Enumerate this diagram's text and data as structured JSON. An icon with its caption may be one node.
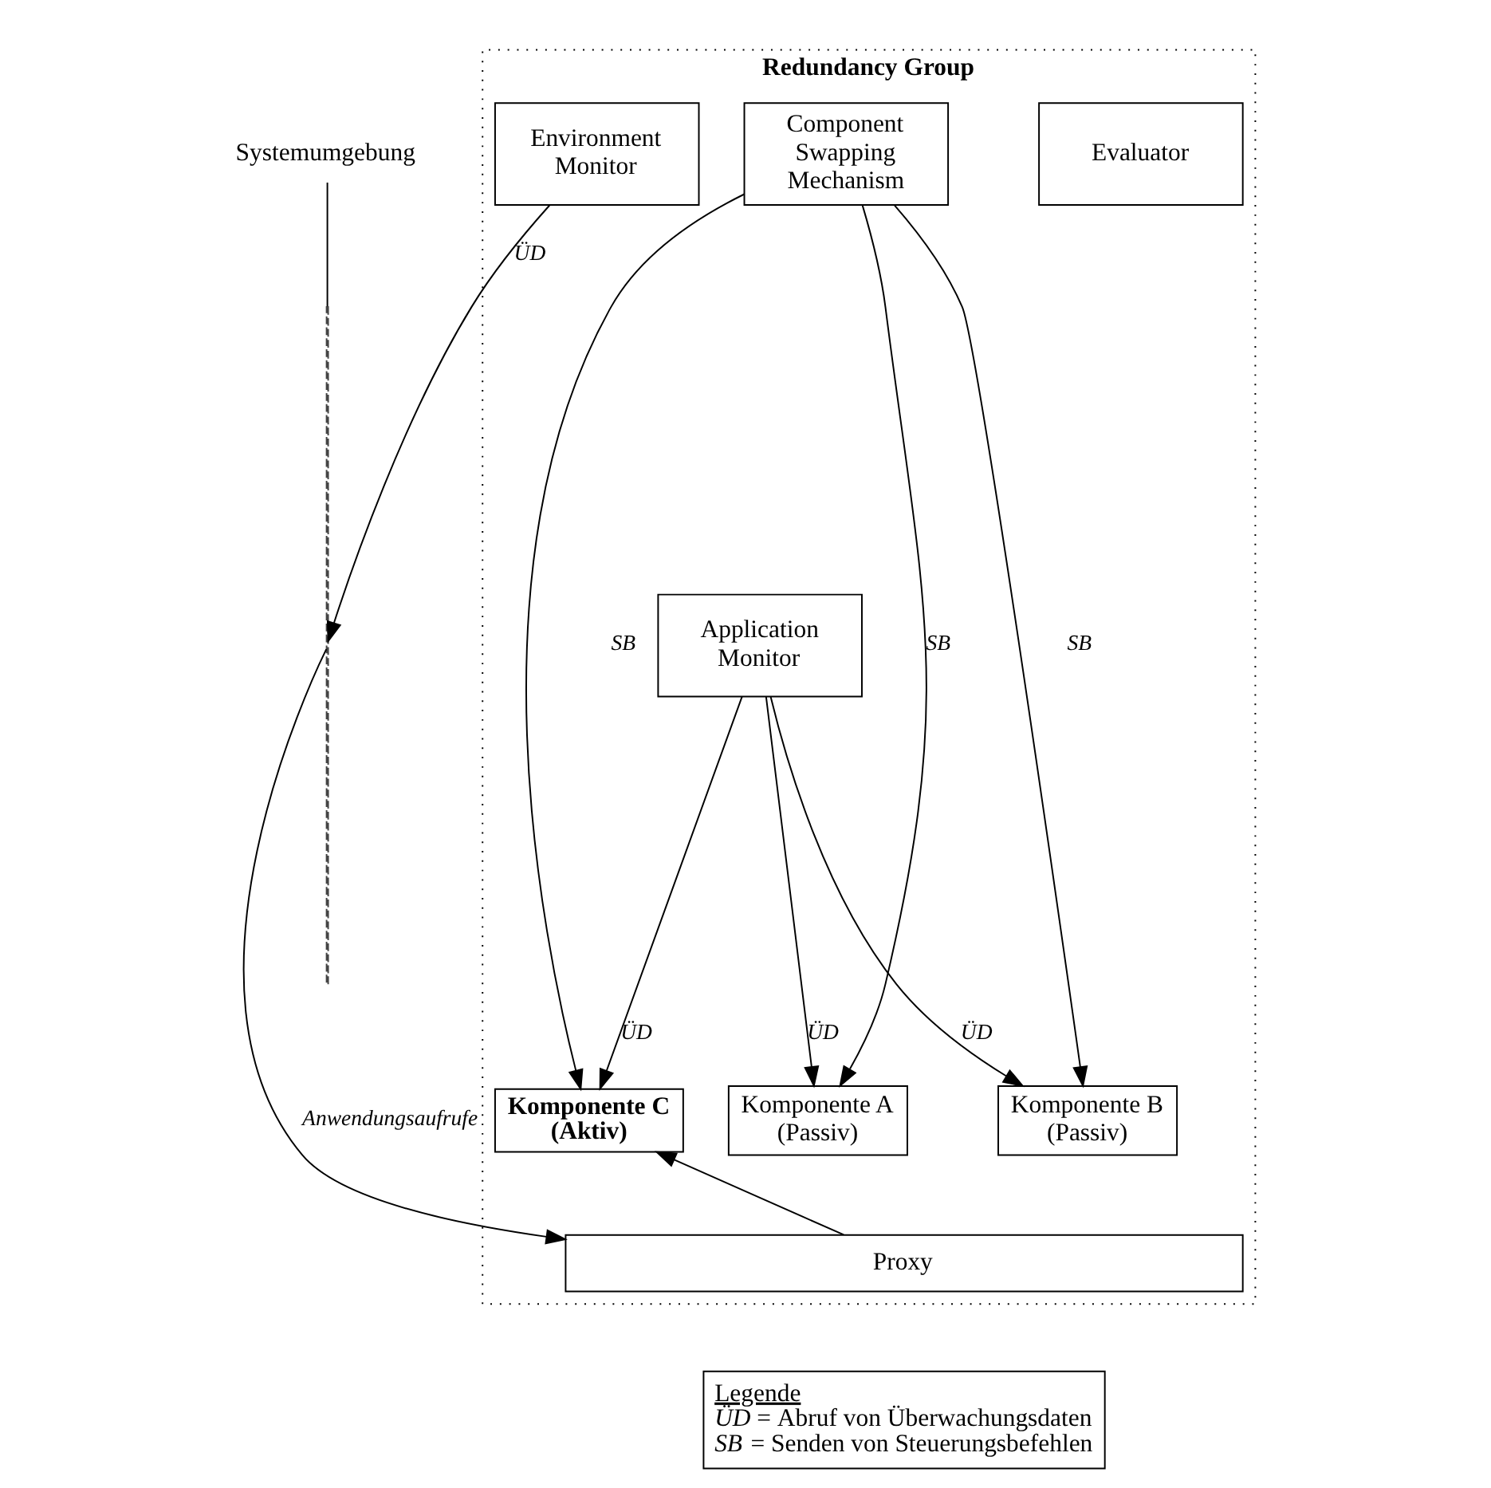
{
  "diagram": {
    "nodes": [
      {
        "text": [
          "Redundancy Group"
        ]
      },
      {
        "text": [
          "Environment Monitor"
        ],
        "in": 0
      },
      {
        "text": [
          "Application Monitor"
        ],
        "in": 0
      },
      {
        "text": [
          "Evaluator"
        ],
        "in": 0
      },
      {
        "text": [
          "Component Swapping Mechanism"
        ],
        "in": 0
      },
      {
        "text": [
          "Komponente A (Passiv)"
        ],
        "in": 0
      },
      {
        "text": [
          "Komponente B (Passiv)"
        ],
        "in": 0
      },
      {
        "text": [
          "Komponente C (Aktiv)"
        ],
        "in": 0
      },
      {
        "text": [
          "Proxy"
        ],
        "in": 0
      },
      {
        "text": [
          "Systemumgebung"
        ]
      },
      {
        "text": [],
        "shape": "line"
      },
      {
        "text": [
          "Legende",
          "*ÜD* = Abruf von Überwachungsdaten",
          "*SB* = Senden von Steuerungsbefehlen"
        ]
      }
    ],
    "edges": [
      {
        "from": 9,
        "to": 10,
        "arrow": "none"
      },
      {
        "from": 1,
        "to": 10,
        "arrow": "to",
        "label": "ÜD"
      },
      {
        "from": 2,
        "to": 5,
        "arrow": "to",
        "label": "ÜD"
      },
      {
        "from": 2,
        "to": 6,
        "arrow": "to",
        "label": "ÜD"
      },
      {
        "from": 2,
        "to": 7,
        "arrow": "to",
        "label": "ÜD"
      },
      {
        "from": 4,
        "to": 5,
        "arrow": "to",
        "label": "SB"
      },
      {
        "from": 4,
        "to": 6,
        "arrow": "to",
        "label": "SB"
      },
      {
        "from": 4,
        "to": 7,
        "arrow": "to",
        "label": "SB"
      },
      {
        "from": 8,
        "to": 7,
        "arrow": "to"
      },
      {
        "from": 10,
        "to": 8,
        "arrow": "to",
        "label": "Anwendungsaufrufe"
      }
    ]
  }
}
